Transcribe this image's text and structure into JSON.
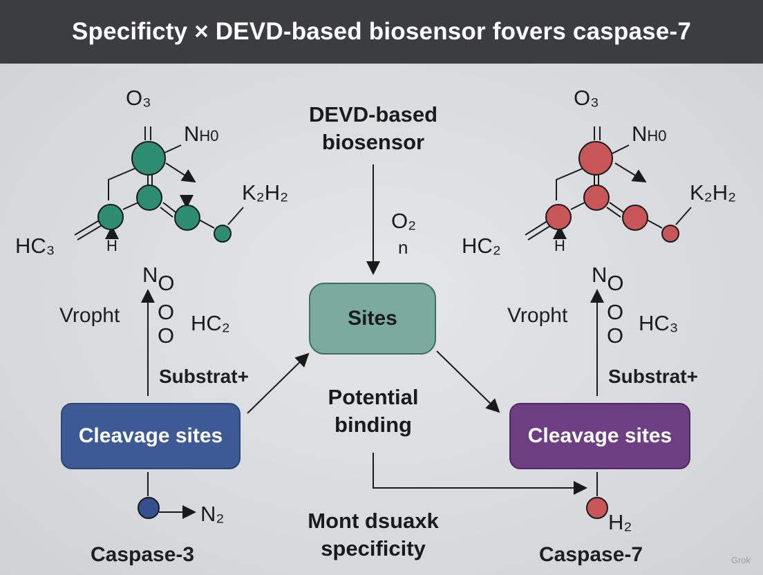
{
  "title": "Specificty × DEVD-based biosensor fovers caspase-7",
  "colors": {
    "title_bg": "#3c3d40",
    "background": "#d9dcdf",
    "teal_atom": "#2e8c72",
    "red_atom": "#c85658",
    "blue_box": "#3e5a95",
    "purple_box": "#6d3f82",
    "teal_box": "#7aab9e",
    "caspase3_dot": "#34508f"
  },
  "center": {
    "biosensor_label": [
      "DEVD-based",
      "biosensor"
    ],
    "o2_label": "O₂",
    "n_label": "n",
    "sites_box": "Sites",
    "potential_label": [
      "Potential",
      "binding"
    ],
    "specificity_label": [
      "Mont dsuaxk",
      "specificity"
    ]
  },
  "left": {
    "o3": "O₃",
    "nh": "N",
    "nh_sub": "H0",
    "k2h2": "K₂H₂",
    "hc3": "HC₃",
    "h": "H",
    "no": "N",
    "no_sub": "O",
    "o1": "O",
    "o2": "O",
    "vropht": "Vropht",
    "hc2": "HC₂",
    "substrate": "Substrat+",
    "cleavage_box": "Cleavage sites",
    "n2": "N₂",
    "caspase": "Caspase-3"
  },
  "right": {
    "o3": "O₃",
    "nh": "N",
    "nh_sub": "H0",
    "k2h2": "K₂H₂",
    "hc2": "HC₂",
    "h": "H",
    "no": "N",
    "no_sub": "O",
    "o1": "O",
    "o2": "O",
    "vropht": "Vropht",
    "hc3": "HC₃",
    "substrate": "Substrat+",
    "cleavage_box": "Cleavage sites",
    "h2": "H₂",
    "caspase": "Caspase-7"
  },
  "watermark": "Grok"
}
